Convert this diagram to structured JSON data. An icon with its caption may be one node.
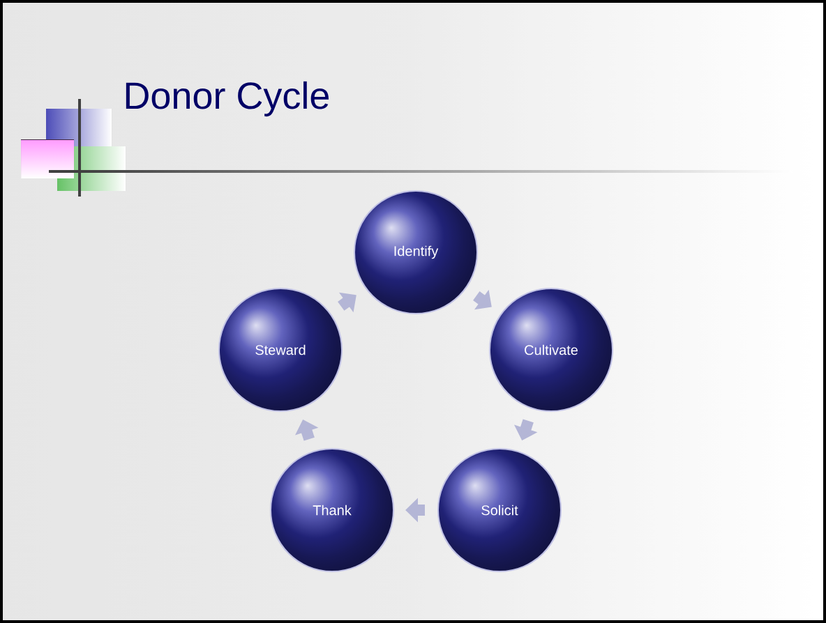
{
  "diagram": {
    "title": "Donor Cycle",
    "nodes": [
      {
        "text": [
          "Identify"
        ]
      },
      {
        "text": [
          "Cultivate"
        ]
      },
      {
        "text": [
          "Solicit"
        ]
      },
      {
        "text": [
          "Thank"
        ]
      },
      {
        "text": [
          "Steward"
        ]
      }
    ],
    "edges": [
      {
        "from": 0,
        "to": 1,
        "arrow": "to"
      },
      {
        "from": 1,
        "to": 2,
        "arrow": "to"
      },
      {
        "from": 2,
        "to": 3,
        "arrow": "to"
      },
      {
        "from": 3,
        "to": 4,
        "arrow": "to"
      },
      {
        "from": 4,
        "to": 0,
        "arrow": "to"
      }
    ]
  }
}
